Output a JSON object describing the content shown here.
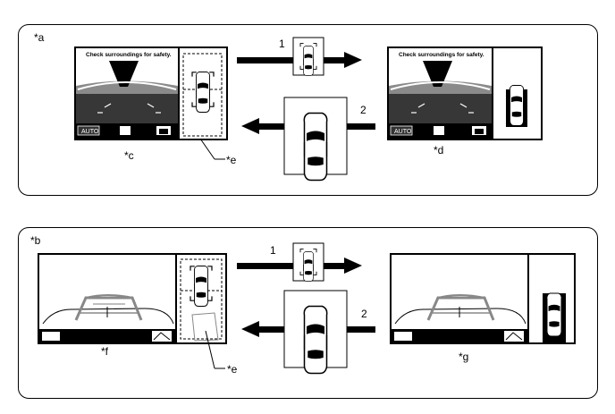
{
  "panels": [
    {
      "label": "*a"
    },
    {
      "label": "*b"
    }
  ],
  "screens": {
    "c": {
      "label": "*c",
      "warning": "Check surroundings for safety.",
      "auto_label": "AUTO"
    },
    "d": {
      "label": "*d",
      "warning": "Check surroundings for safety.",
      "auto_label": "AUTO"
    },
    "f": {
      "label": "*f"
    },
    "g": {
      "label": "*g"
    }
  },
  "callouts": {
    "e_top": "*e",
    "e_bottom": "*e"
  },
  "arrows": {
    "a_forward": "1",
    "a_back": "2",
    "b_forward": "1",
    "b_back": "2"
  },
  "colors": {
    "line": "#000000",
    "screen_bg": "#ffffff",
    "dark": "#000000",
    "road_gray": "#888888"
  }
}
